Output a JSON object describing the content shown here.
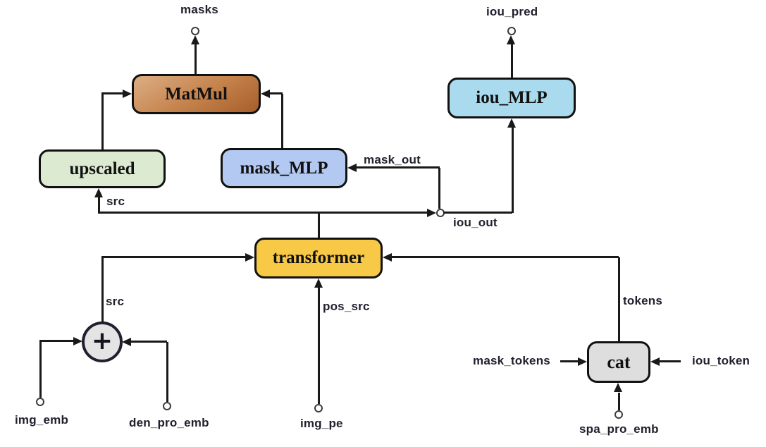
{
  "diagram": {
    "nodes": {
      "matmul": {
        "label": "MatMul",
        "fill": "#c4814a",
        "fill_gradient": [
          "#dcae84",
          "#a65e2b"
        ]
      },
      "iou_mlp": {
        "label": "iou_MLP",
        "fill": "#a9daee"
      },
      "upscaled": {
        "label": "upscaled",
        "fill": "#dcead2"
      },
      "mask_mlp": {
        "label": "mask_MLP",
        "fill": "#b3c9f2"
      },
      "transformer": {
        "label": "transformer",
        "fill": "#f8c847"
      },
      "cat": {
        "label": "cat",
        "fill": "#dedede"
      },
      "sum": {
        "label": "+",
        "fill": "#e4e4e4"
      }
    },
    "labels": {
      "masks": "masks",
      "iou_pred": "iou_pred",
      "src_upper": "src",
      "mask_out": "mask_out",
      "iou_out": "iou_out",
      "src_lower": "src",
      "pos_src": "pos_src",
      "tokens": "tokens",
      "img_emb": "img_emb",
      "den_pro_emb": "den_pro_emb",
      "img_pe": "img_pe",
      "mask_tokens": "mask_tokens",
      "iou_token": "iou_token",
      "spa_pro_emb": "spa_pro_emb"
    },
    "colors": {
      "line": "#191919",
      "label_text": "#20202e",
      "node_border": "#111111",
      "background": "#ffffff"
    }
  }
}
